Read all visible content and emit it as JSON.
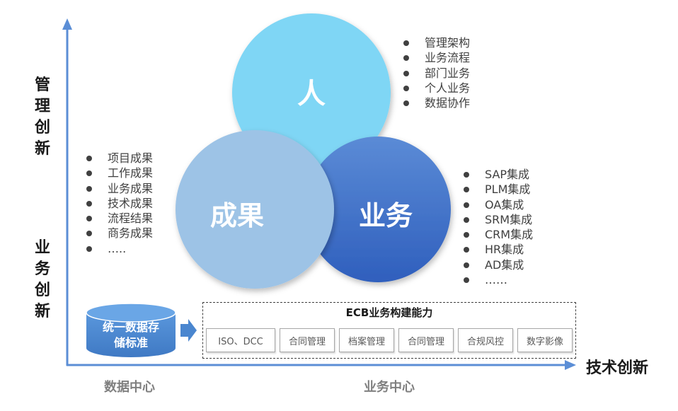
{
  "axes": {
    "y_top": "管理\n创新",
    "y_top_chars": "管理创新",
    "y_bottom_chars": "业务创新",
    "x_label": "技术创新",
    "x_sub_left": "数据中心",
    "x_sub_center": "业务中心"
  },
  "circles": {
    "person": "人",
    "results": "成果",
    "business": "业务"
  },
  "lists": {
    "person": [
      "管理架构",
      "业务流程",
      "部门业务",
      "个人业务",
      "数据协作"
    ],
    "results": [
      "项目成果",
      "工作成果",
      "业务成果",
      "技术成果",
      "流程结果",
      "商务成果",
      "….."
    ],
    "business": [
      "SAP集成",
      "PLM集成",
      "OA集成",
      "SRM集成",
      "CRM集成",
      "HR集成",
      "AD集成",
      "……"
    ]
  },
  "database": {
    "label": "统一数据存\n储标准"
  },
  "ecb": {
    "title": "ECB业务构建能力",
    "items": [
      "ISO、DCC",
      "合同管理",
      "档案管理",
      "合同管理",
      "合规风控",
      "数字影像"
    ]
  },
  "colors": {
    "axis": "#5b8ed6",
    "person_circle": "#7fd6f5",
    "results_circle": "#9dc3e6",
    "business_circle_top": "#5b8bd6",
    "business_circle_bottom": "#2f5fbd",
    "database": "#4a86cf",
    "arrow": "#4a86cf"
  },
  "icons": {
    "database": "database-cylinder-icon",
    "arrow": "arrow-right-icon"
  }
}
